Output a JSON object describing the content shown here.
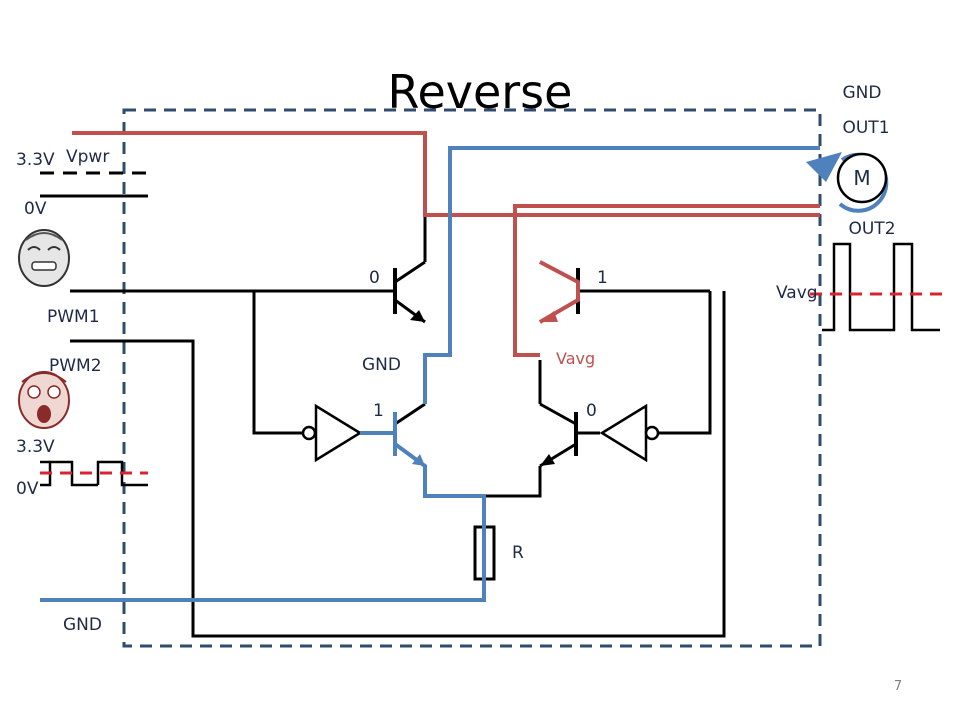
{
  "title": "Reverse",
  "page_number": "7",
  "labels": {
    "gnd_top": "GND",
    "out1": "OUT1",
    "out2": "OUT2",
    "motor": "M",
    "vpwr_high": "3.3V",
    "vpwr_name": "Vpwr",
    "vpwr_low": "0V",
    "pwm1": "PWM1",
    "pwm2": "PWM2",
    "pwm2_high": "3.3V",
    "pwm2_low": "0V",
    "gnd_bottom": "GND",
    "q1_state": "0",
    "q2_state": "1",
    "q3_state": "1",
    "q4_state": "0",
    "gnd_mid": "GND",
    "vavg_mid": "Vavg",
    "vavg_right": "Vavg",
    "resistor": "R"
  },
  "colors": {
    "wire": "#000000",
    "red_path": "#c0504d",
    "blue_path": "#4f81bd",
    "dashed_box": "#2f4b6e",
    "avg_line": "#d9232e"
  }
}
